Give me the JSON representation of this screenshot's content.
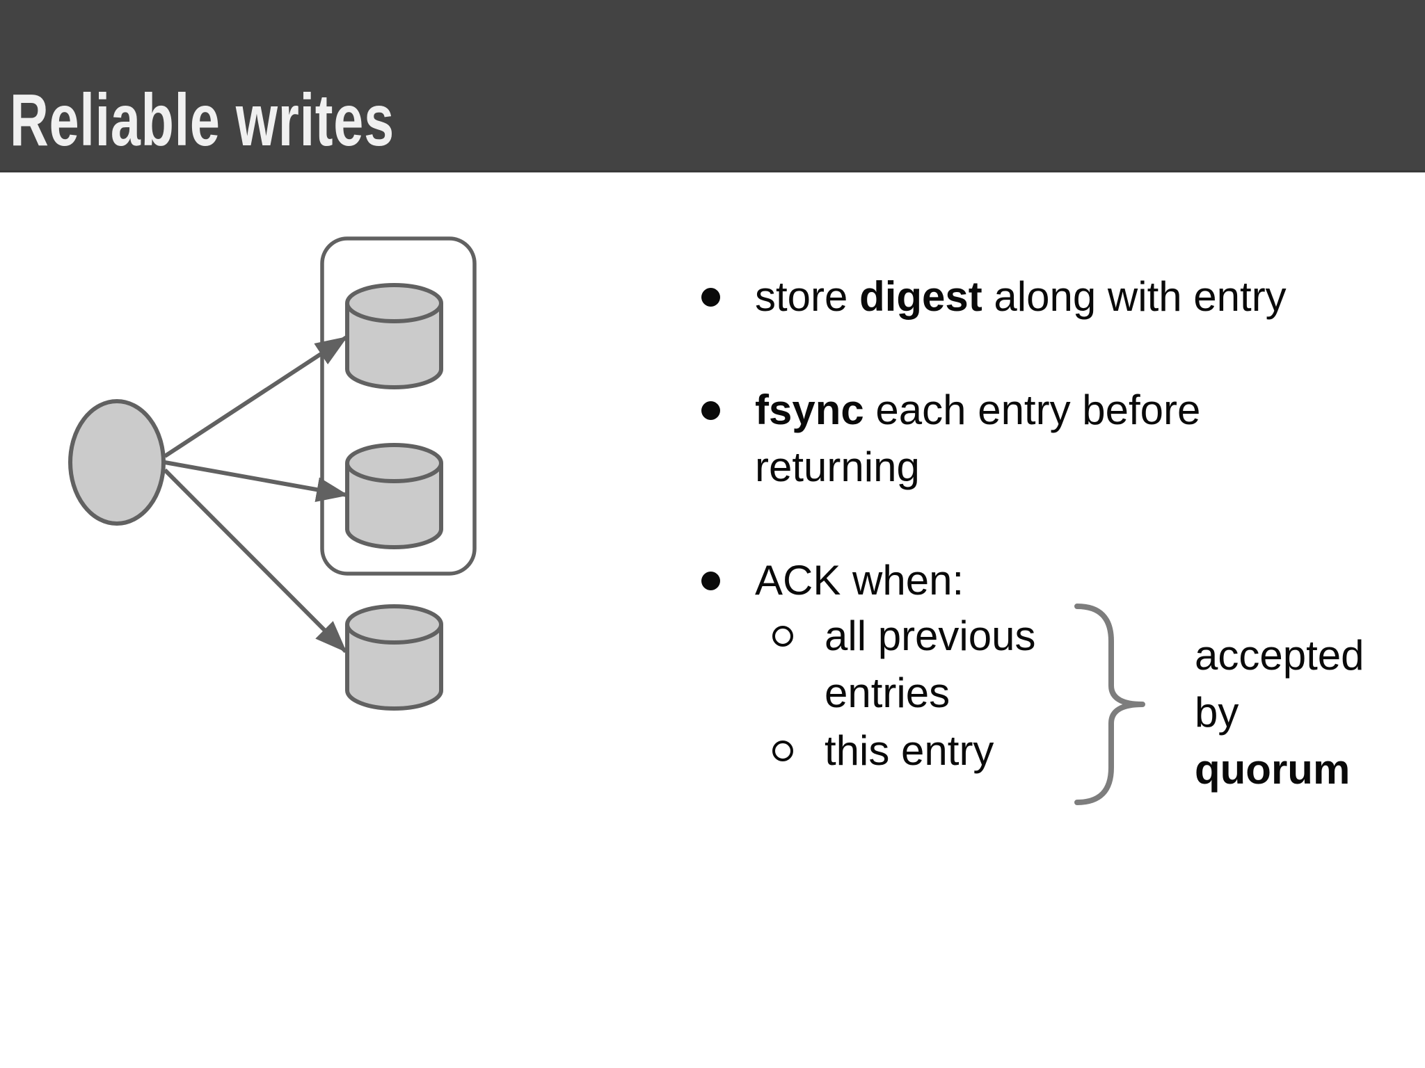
{
  "slide": {
    "title": "Reliable writes"
  },
  "colors": {
    "header_bg": "#434343",
    "header_text": "#f0f0f0",
    "body_text": "#0a0a0a",
    "shape_fill": "#cbcbcb",
    "shape_stroke": "#616161",
    "brace": "#7d7d7d",
    "background": "#ffffff"
  },
  "bullets": {
    "b1": {
      "pre": "store ",
      "bold": "digest",
      "post": " along with entry"
    },
    "b2": {
      "bold": "fsync",
      "post": " each entry before returning"
    },
    "b3": {
      "text": "ACK when:"
    },
    "sub1": {
      "text": "all previous entries"
    },
    "sub2": {
      "text": "this entry"
    }
  },
  "brace_label": {
    "line1": "accepted",
    "line2": "by",
    "line3": "quorum"
  },
  "diagram": {
    "client": "client-node",
    "group": "quorum-group",
    "bookies": [
      "bookie-1",
      "bookie-2",
      "bookie-3"
    ],
    "arrows": 3
  }
}
